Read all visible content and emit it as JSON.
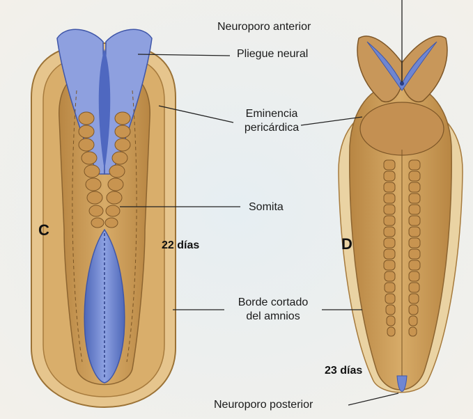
{
  "labels": {
    "neuroporo_anterior": "Neuroporo anterior",
    "pliegue_neural": "Pliegue neural",
    "eminencia_line1": "Eminencia",
    "eminencia_line2": "pericárdica",
    "somita": "Somita",
    "borde_line1": "Borde cortado",
    "borde_line2": "del amnios",
    "neuroporo_posterior": "Neuroporo posterior"
  },
  "panels": {
    "left": {
      "letter": "C",
      "age": "22 días"
    },
    "right": {
      "letter": "D",
      "age": "23 días"
    }
  },
  "colors": {
    "background": "#f3f0ea",
    "embryo_tan": "#c99a55",
    "embryo_light": "#e8d0a0",
    "neural_blue": "#6f86d2",
    "leader_line": "#222222"
  }
}
